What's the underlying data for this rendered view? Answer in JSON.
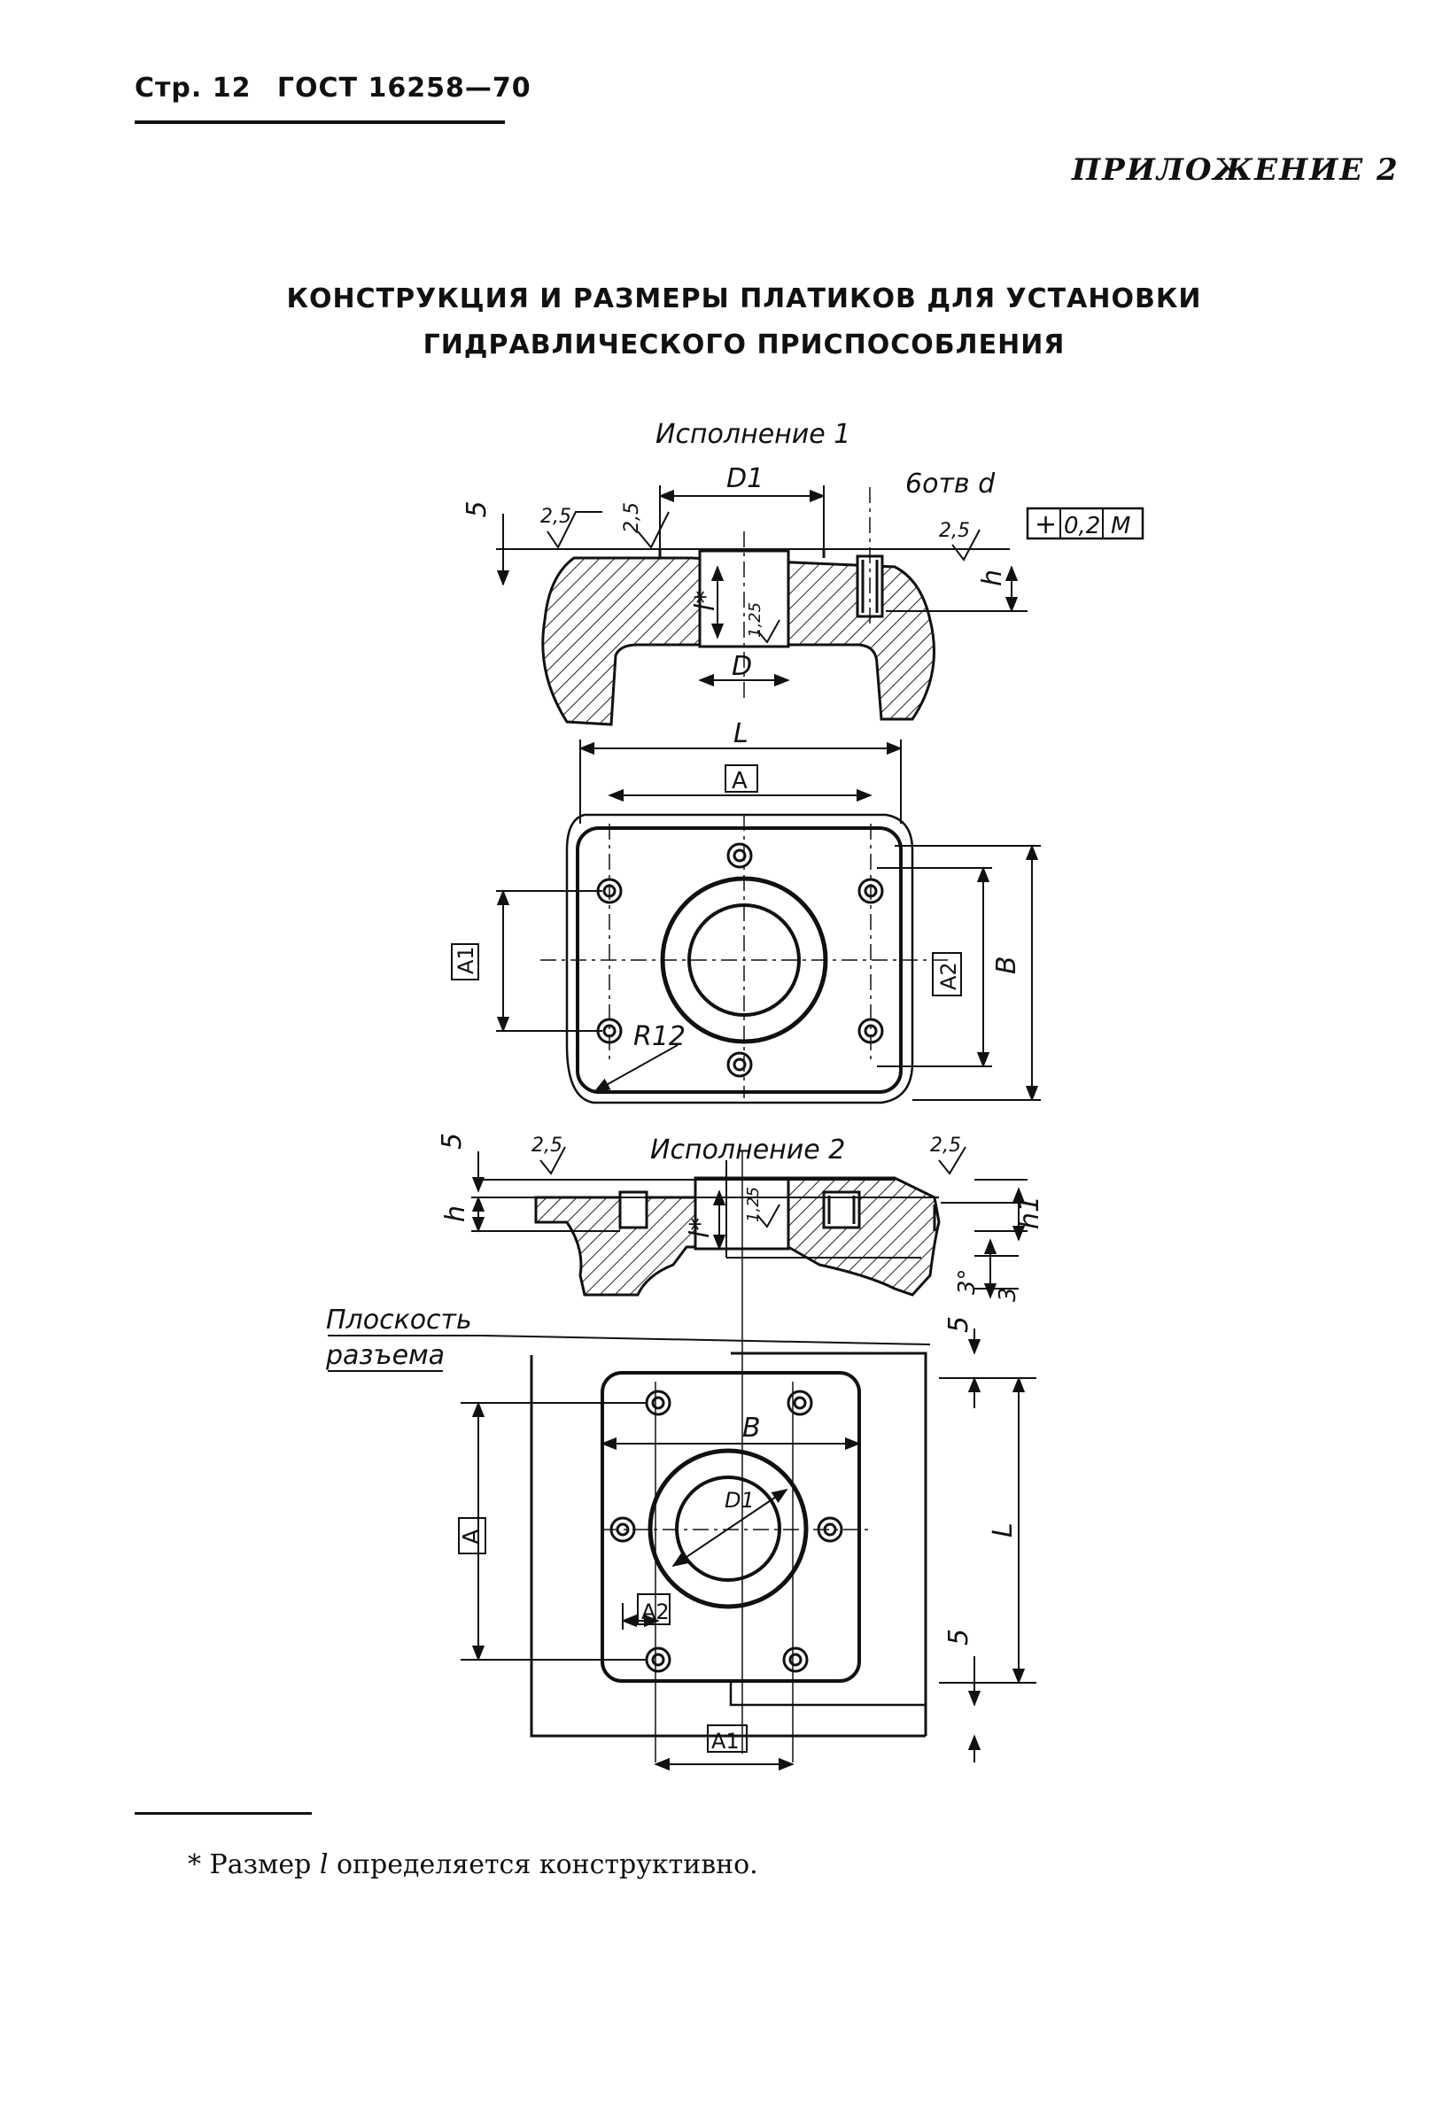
{
  "header": {
    "page_label": "Стр. 12",
    "standard": "ГОСТ 16258—70"
  },
  "appendix": "ПРИЛОЖЕНИЕ 2",
  "title": {
    "line1": "КОНСТРУКЦИЯ И РАЗМЕРЫ ПЛАТИКОВ ДЛЯ УСТАНОВКИ",
    "line2": "ГИДРАВЛИЧЕСКОГО ПРИСПОСОБЛЕНИЯ"
  },
  "drawing": {
    "variant1": {
      "caption": "Исполнение 1",
      "dim_5": "5",
      "roughness_top_left": "2,5",
      "roughness_top_mid": "2,5",
      "dim_D1": "D1",
      "holes_note": "6отв d",
      "tolerance": [
        "+",
        "0,2",
        "M"
      ],
      "roughness_right": "2,5",
      "dim_h": "h",
      "dim_l": "l*",
      "roughness_bore": "1,25",
      "dim_D": "D",
      "dim_L": "L",
      "dim_A": "A",
      "dim_A1": "A1",
      "dim_A2": "A2",
      "dim_B": "B",
      "radius": "R12"
    },
    "variant2": {
      "caption": "Исполнение 2",
      "dim_5": "5",
      "roughness_left": "2,5",
      "roughness_right": "2,5",
      "dim_h": "h",
      "dim_l": "l*",
      "roughness_bore": "1,25",
      "dim_h1": "h1",
      "dim_3deg": "3°",
      "dim_3": "3",
      "parting_plane_1": "Плоскость",
      "parting_plane_2": "разъема",
      "dim_5_top": "5",
      "dim_5_bottom": "5",
      "dim_B": "B",
      "dim_D1": "D1",
      "dim_A": "A",
      "dim_L": "L",
      "dim_A2": "A2",
      "dim_A1": "A1"
    }
  },
  "footnote": {
    "asterisk": "*",
    "word1": "Размер",
    "symbol": "l",
    "rest": "определяется конструктивно."
  }
}
